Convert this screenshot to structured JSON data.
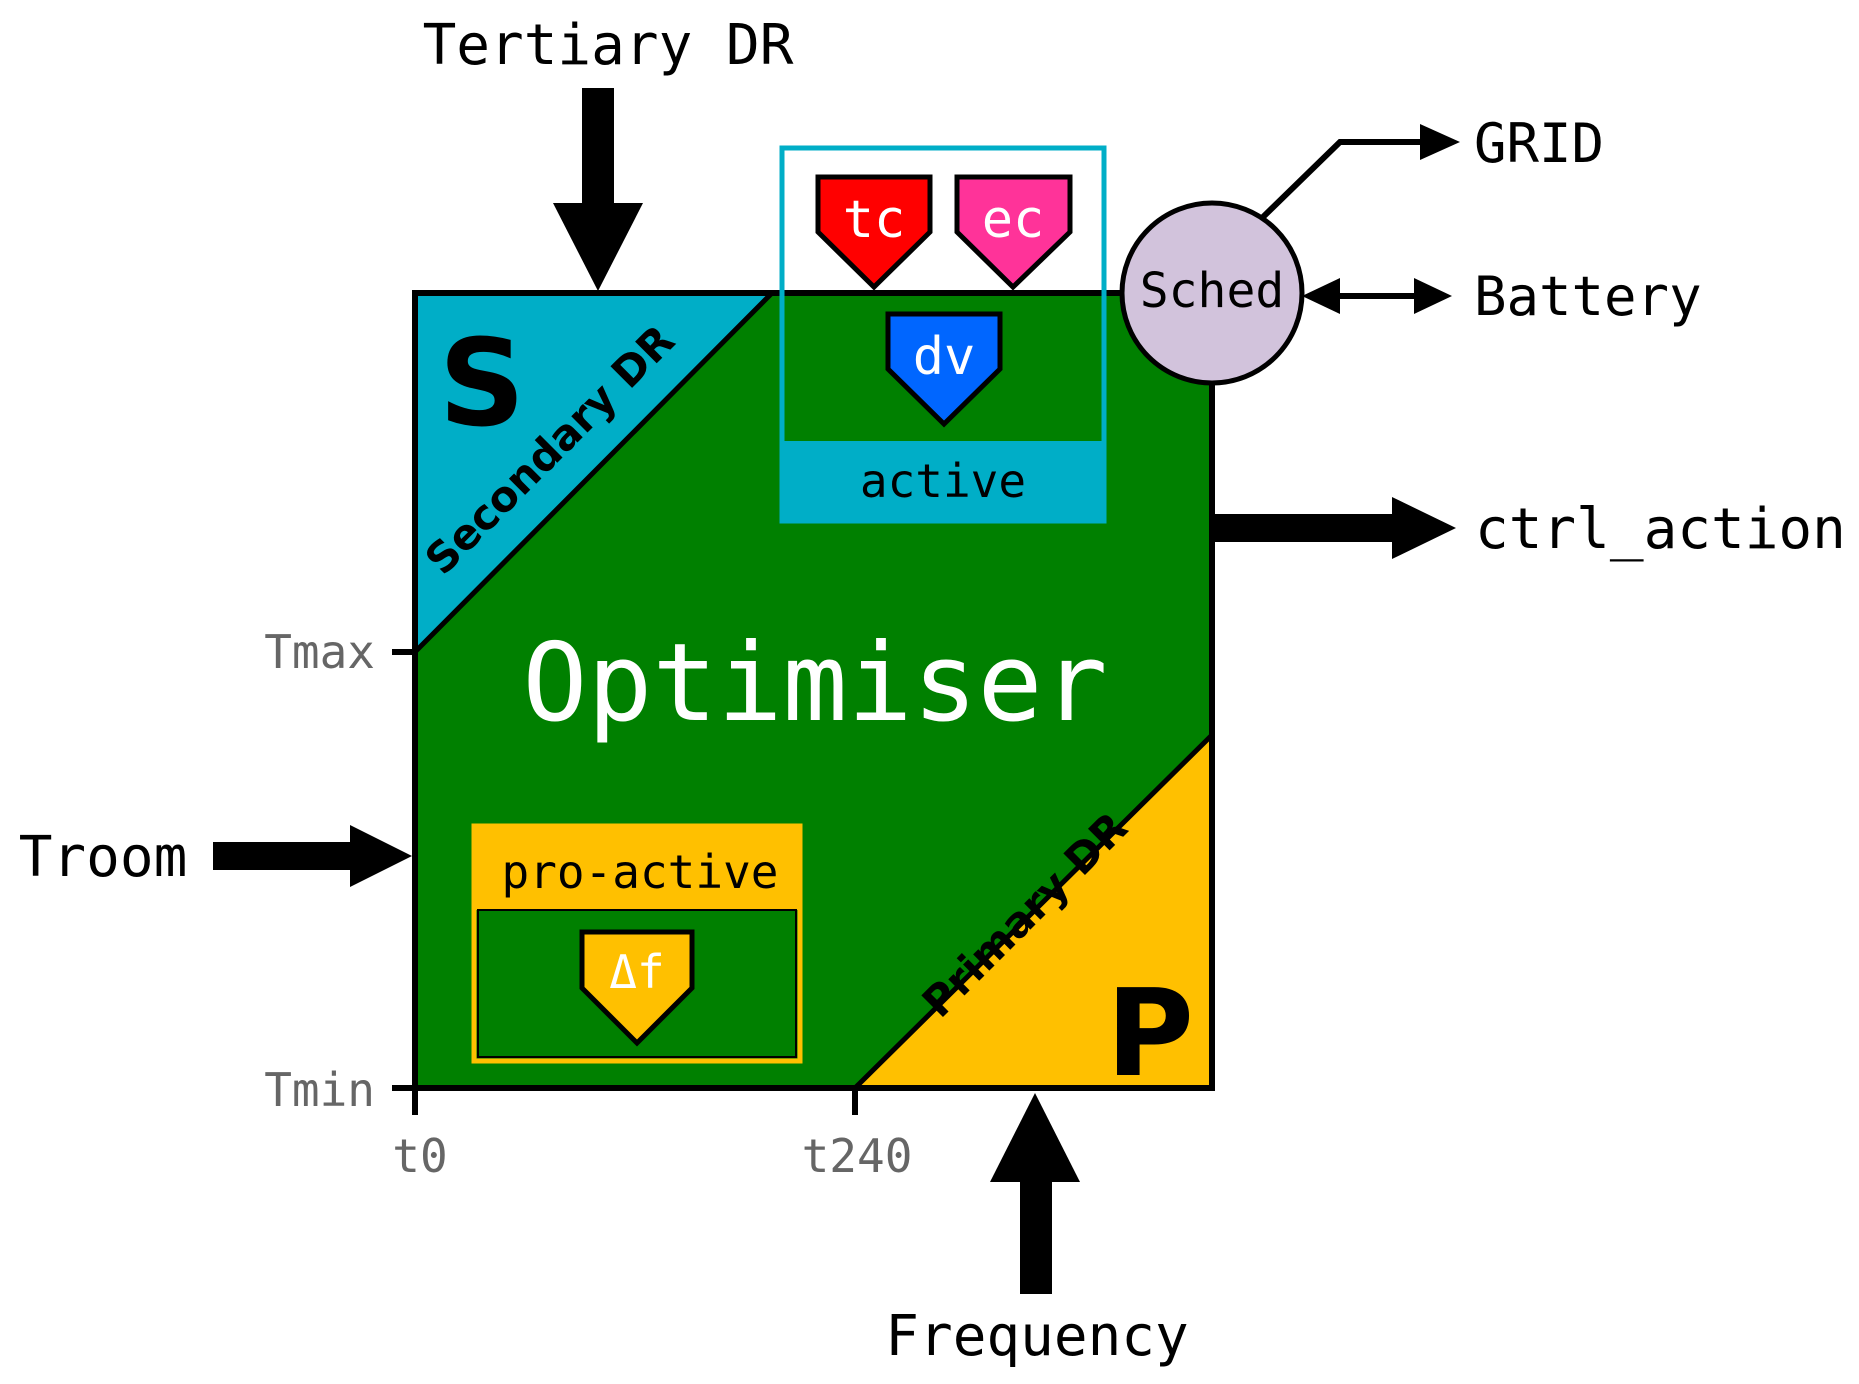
{
  "colors": {
    "optimiser_green": "#008000",
    "secondary_blue": "#00AEC7",
    "primary_yellow": "#FFC000",
    "tc_red": "#FF0000",
    "ec_pink": "#FF3399",
    "dv_blue": "#0066FF",
    "sched_lilac": "#D2C3DC",
    "axis_grey": "#666666"
  },
  "inputs": {
    "tertiary_dr": "Tertiary DR",
    "troom": "Troom",
    "frequency": "Frequency"
  },
  "outputs": {
    "grid": "GRID",
    "battery": "Battery",
    "ctrl_action": "ctrl_action"
  },
  "optimiser": {
    "title": "Optimiser"
  },
  "secondary": {
    "letter": "S",
    "label": "Secondary DR"
  },
  "primary": {
    "letter": "P",
    "label": "Primary DR"
  },
  "active_box": {
    "label": "active",
    "badges": {
      "tc": "tc",
      "ec": "ec",
      "dv": "dv"
    }
  },
  "proactive_box": {
    "label": "pro-active",
    "badge": "Δf"
  },
  "sched": {
    "label": "Sched"
  },
  "axes": {
    "y_top": "Tmax",
    "y_bottom": "Tmin",
    "x_left": "t0",
    "x_mid": "t240"
  }
}
